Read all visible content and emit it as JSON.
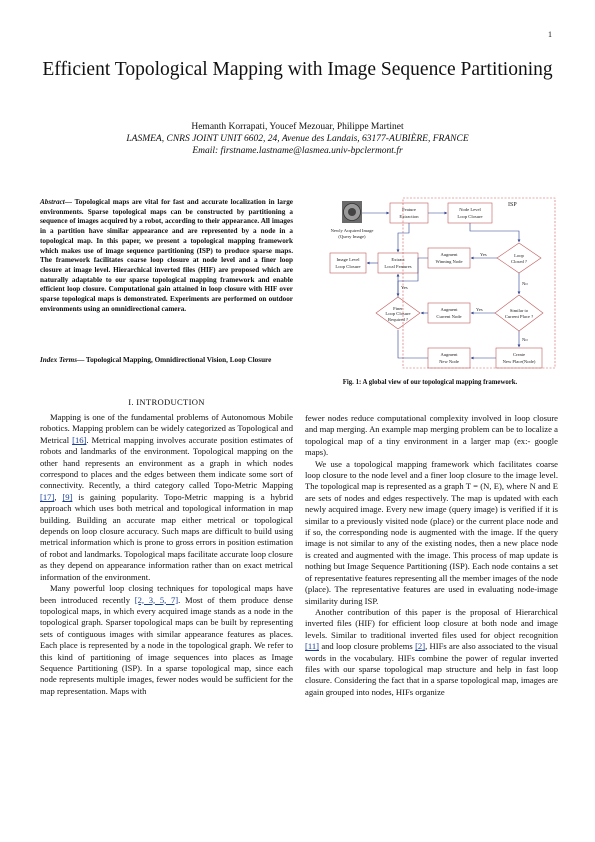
{
  "page_number": "1",
  "title": "Efficient Topological Mapping with Image Sequence Partitioning",
  "authors": {
    "names": "Hemanth Korrapati, Youcef Mezouar, Philippe Martinet",
    "affiliation": "LASMEA, CNRS JOINT UNIT 6602, 24, Avenue des Landais, 63177-AUBIÈRE, FRANCE",
    "email": "Email: firstname.lastname@lasmea.univ-bpclermont.fr"
  },
  "abstract": {
    "label": "Abstract",
    "text": "— Topological maps are vital for fast and accurate localization in large environments. Sparse topological maps can be constructed by partitioning a sequence of images acquired by a robot, according to their appearance. All images in a partition have similar appearance and are represented by a node in a topological map. In this paper, we present a topological mapping framework which makes use of image sequence partitioning (ISP) to produce sparse maps. The framework facilitates coarse loop closure at node level and a finer loop closure at image level. Hierarchical inverted files (HIF) are proposed which are naturally adaptable to our sparse topological mapping framework and enable efficient loop closure. Computational gain attained in loop closure with HIF over sparse topological maps is demonstrated. Experiments are performed on outdoor environments using an omnidirectional camera."
  },
  "index_terms": {
    "label": "Index Terms",
    "text": "— Topological Mapping, Omnidirectional Vision, Loop Closure"
  },
  "section_heading": "I. INTRODUCTION",
  "body": {
    "left": {
      "p1_a": "Mapping is one of the fundamental problems of Autonomous Mobile robotics. Mapping problem can be widely categorized as Topological and Metrical ",
      "p1_c1": "[16]",
      "p1_b": ". Metrical mapping involves accurate position estimates of robots and landmarks of the environment. Topological mapping on the other hand represents an environment as a graph in which nodes correspond to places and the edges between them indicate some sort of connectivity. Recently, a third category called Topo-Metric Mapping ",
      "p1_c2": "[17]",
      "p1_sep": ", ",
      "p1_c3": "[9]",
      "p1_d": " is gaining popularity. Topo-Metric mapping is a hybrid approach which uses both metrical and topological information in map building. Building an accurate map either metrical or topological depends on loop closure accuracy. Such maps are difficult to build using metrical information which is prone to gross errors in position estimation of robot and landmarks. Topological maps facilitate accurate loop closure as they depend on appearance information rather than on exact metrical information of the environment.",
      "p2_a": "Many powerful loop closing techniques for topological maps have been introduced recently ",
      "p2_cites": "[2, 3, 5, 7]",
      "p2_b": ". Most of them produce dense topological maps, in which every acquired image stands as a node in the topological graph. Sparser topological maps can be built by representing sets of contiguous images with similar appearance features as places. Each place is represented by a node in the topological graph. We refer to this kind of partitioning of image sequences into places as Image Sequence Partitioning (ISP). In a sparse topological map, since each node represents multiple images, fewer nodes would be sufficient for the map representation. Maps with"
    },
    "right": {
      "p0": "fewer nodes reduce computational complexity involved in loop closure and map merging. An example map merging problem can be to localize a topological map of a tiny environment in a larger map (ex:- google maps).",
      "p1": "We use a topological mapping framework which facilitates coarse loop closure to the node level and a finer loop closure to the image level. The topological map is represented as a graph T = (N, E), where N and E are sets of nodes and edges respectively. The map is updated with each newly acquired image. Every new image (query image) is verified if it is similar to a previously visited node (place) or the current place node and if so, the corresponding node is augmented with the image. If the query image is not similar to any of the existing nodes, then a new place node is created and augmented with the image. This process of map update is nothing but Image Sequence Partitioning (ISP). Each node contains a set of representative features representing all the member images of the node (place). The representative features are used in evaluating node-image similarity during ISP.",
      "p2_a": "Another contribution of this paper is the proposal of Hierarchical inverted files (HIF) for efficient loop closure at both node and image levels. Similar to traditional inverted files used for object recognition ",
      "p2_c1": "[11]",
      "p2_b": " and loop closure problems ",
      "p2_c2": "[2]",
      "p2_c": ", HIFs are also associated to the visual words in the vocabulary. HIFs combine the power of regular inverted files with our sparse topological map structure and help in fast loop closure. Considering the fact that in a sparse topological map, images are again grouped into nodes, HIFs organize"
    }
  },
  "figure": {
    "caption": "Fig. 1: A global view of our topological mapping framework.",
    "isp_label": "ISP",
    "query_image_label_1": "Newly Acquired Image",
    "query_image_label_2": "(Query Image)",
    "feature_extraction_1": "Feature",
    "feature_extraction_2": "Extraction",
    "node_level_loop_closure_1": "Node Level",
    "node_level_loop_closure_2": "Loop Closure",
    "image_level_loop_closure_1": "Image Level",
    "image_level_loop_closure_2": "Loop Closure",
    "extract_local_features_1": "Extract",
    "extract_local_features_2": "Local Features",
    "augment_winning_node_1": "Augment",
    "augment_winning_node_2": "Winning Node",
    "loop_closed_1": "Loop",
    "loop_closed_2": "Closed ?",
    "finer_loop_closure_1": "Finer",
    "finer_loop_closure_2": "Loop Closure",
    "finer_loop_closure_3": "Required ?",
    "augment_current_node_1": "Augment",
    "augment_current_node_2": "Current Node",
    "similar_current_place_1": "Similar to",
    "similar_current_place_2": "Current Place ?",
    "augment_new_node_1": "Augment",
    "augment_new_node_2": "New Node",
    "create_new_node_1": "Create",
    "create_new_node_2": "New Place(Node)",
    "yes": "Yes",
    "no": "No"
  }
}
